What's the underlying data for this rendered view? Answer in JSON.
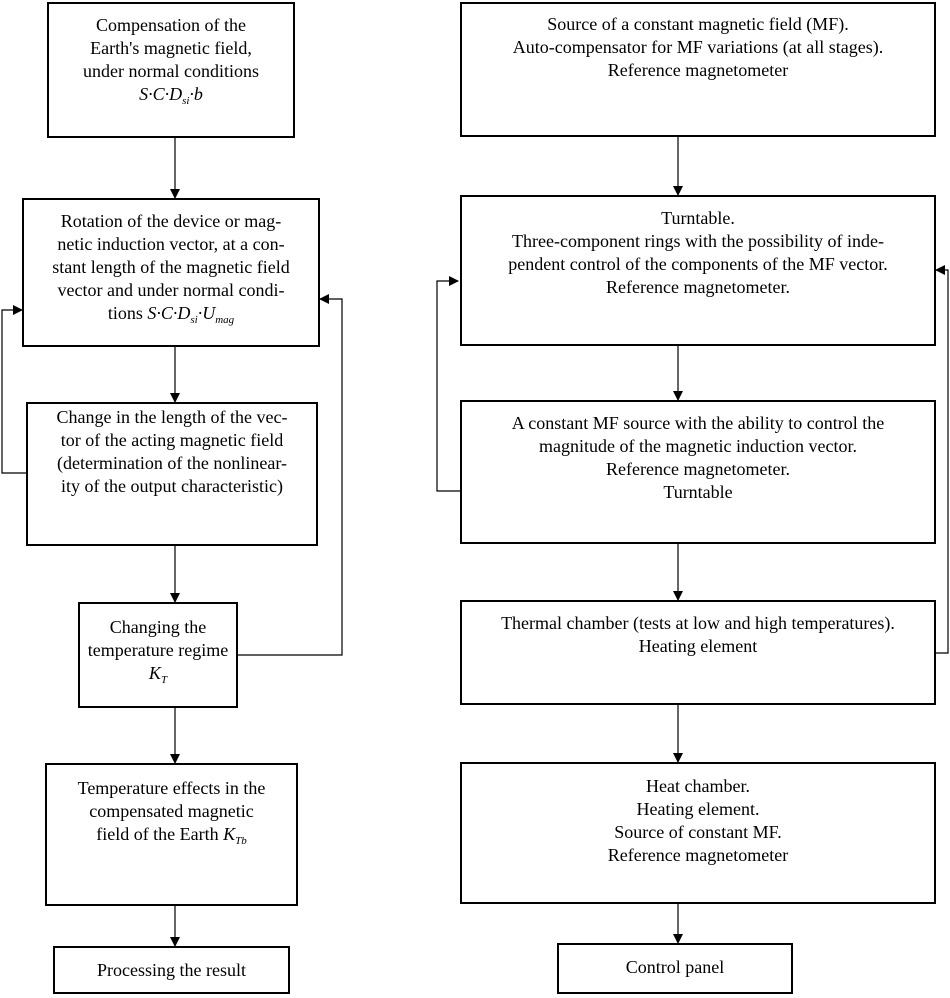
{
  "left_column": [
    {
      "id": "compensation",
      "lines": [
        "Compensation of the",
        "Earth's magnetic field,",
        "under normal conditions"
      ],
      "formula": {
        "main": "S·C·D",
        "sub": "si",
        "tail": "·b"
      }
    },
    {
      "id": "rotation",
      "lines": [
        "Rotation of the device or mag-",
        "netic induction vector, at a con-",
        "stant length of the magnetic field",
        "vector and under normal condi-"
      ],
      "formula": {
        "prefix": "tions ",
        "main": "S·C·D",
        "sub": "si",
        "tail": "·U",
        "sub2": "mag"
      }
    },
    {
      "id": "change-length",
      "lines": [
        "Change in the length of the vec-",
        "tor of the acting magnetic field",
        "(determination of the nonlinear-",
        "ity of the output characteristic)"
      ]
    },
    {
      "id": "temperature-regime",
      "lines": [
        "Changing the",
        "temperature regime"
      ],
      "formula": {
        "main": "K",
        "sub": "T"
      }
    },
    {
      "id": "temperature-effects",
      "lines": [
        "Temperature effects in the",
        "compensated magnetic"
      ],
      "formula": {
        "prefix": "field of the Earth ",
        "main": "K",
        "sub": "Tb"
      }
    },
    {
      "id": "processing",
      "lines": [
        "Processing the result"
      ]
    }
  ],
  "right_column": [
    {
      "id": "mf-source",
      "lines": [
        "Source of a constant magnetic field (MF).",
        "Auto-compensator for MF variations (at all stages).",
        "Reference magnetometer"
      ]
    },
    {
      "id": "turntable",
      "lines": [
        "Turntable.",
        "Three-component rings with the possibility of inde-",
        "pendent control of the components of the MF vector.",
        "Reference magnetometer."
      ]
    },
    {
      "id": "constant-mf-source",
      "lines": [
        "A constant MF source with the ability to control the",
        "magnitude of the magnetic induction vector.",
        "Reference magnetometer.",
        "Turntable"
      ]
    },
    {
      "id": "thermal-chamber",
      "lines": [
        "Thermal chamber (tests at low and high temperatures).",
        "Heating element"
      ]
    },
    {
      "id": "heat-chamber",
      "lines": [
        "Heat chamber.",
        "Heating element.",
        "Source of constant MF.",
        "Reference magnetometer"
      ]
    },
    {
      "id": "control-panel",
      "lines": [
        "Control panel"
      ]
    }
  ]
}
